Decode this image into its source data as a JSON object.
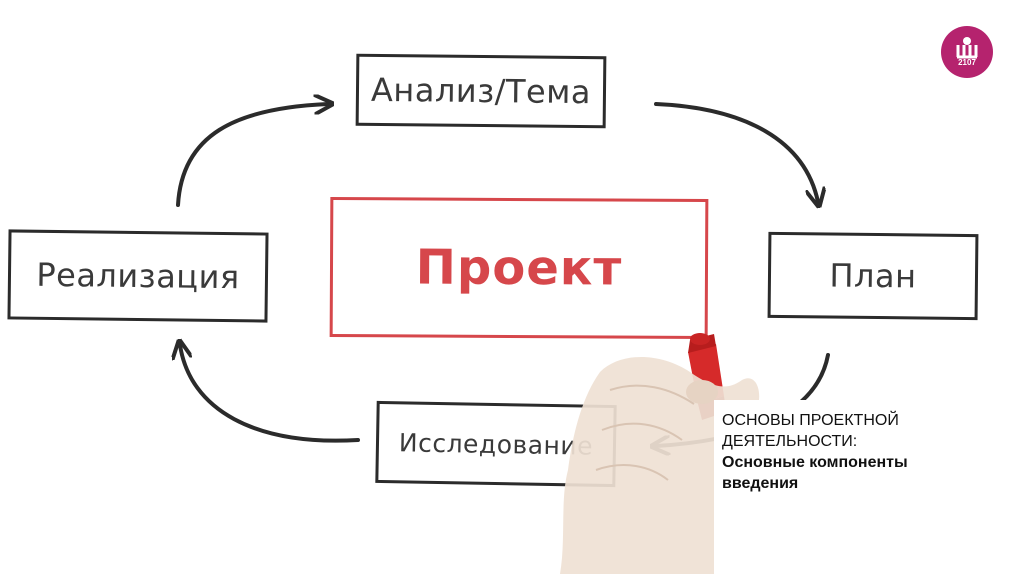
{
  "diagram": {
    "nodes": {
      "analysis": "Анализ/Тема",
      "plan": "План",
      "research": "Исследование",
      "realization": "Реализация",
      "project": "Проект"
    },
    "colors": {
      "stroke": "#2b2b2b",
      "accent": "#d6474b"
    }
  },
  "logo": {
    "icon": "school-logo-icon",
    "number": "2107",
    "color": "#b5236e"
  },
  "caption": {
    "line1": "ОСНОВЫ ПРОЕКТНОЙ",
    "line2": "ДЕЯТЕЛЬНОСТИ:",
    "bold": "Основные компоненты введения"
  }
}
